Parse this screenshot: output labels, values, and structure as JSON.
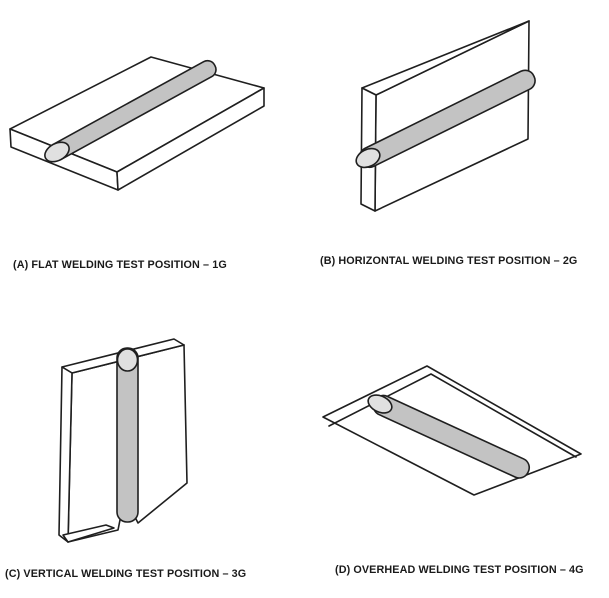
{
  "colors": {
    "line": "#1f1f1f",
    "plate": "#ffffff",
    "bead": "#c3c3c3",
    "bead_cap": "#e0e0e0",
    "background": "#ffffff",
    "text": "#1a1a1a"
  },
  "figures": [
    {
      "caption": "(A) FLAT WELDING TEST POSITION – 1G"
    },
    {
      "caption": "(B) HORIZONTAL WELDING TEST POSITION – 2G"
    },
    {
      "caption": "(C) VERTICAL WELDING TEST POSITION – 3G"
    },
    {
      "caption": "(D) OVERHEAD WELDING TEST POSITION – 4G"
    }
  ]
}
